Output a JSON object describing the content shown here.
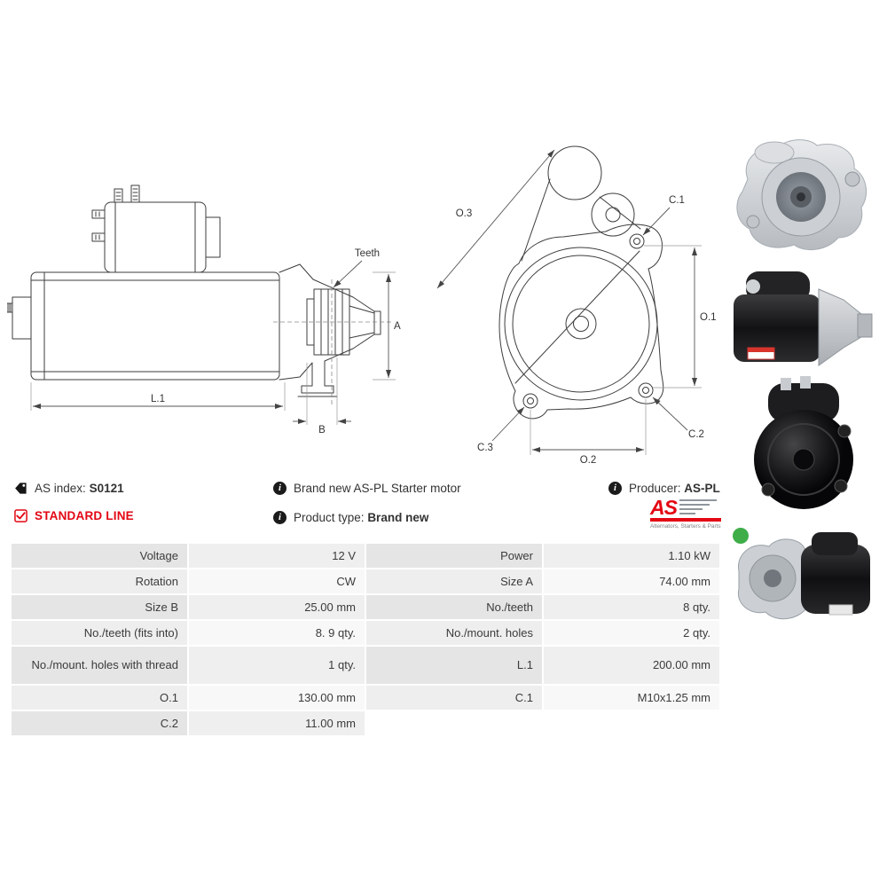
{
  "info": {
    "as_index_label": "AS index:",
    "as_index_value": "S0121",
    "standard_line": "STANDARD LINE",
    "brand_new": "Brand new AS-PL Starter motor",
    "product_type_label": "Product type:",
    "product_type_value": "Brand new",
    "producer_label": "Producer:",
    "producer_value": "AS-PL"
  },
  "icons": {
    "info_glyph": "i"
  },
  "logo": {
    "text": "AS",
    "tagline": "Alternators, Starters & Parts"
  },
  "diagram": {
    "side": {
      "teeth": "Teeth",
      "a": "A",
      "l1": "L.1",
      "b": "B"
    },
    "front": {
      "o3": "O.3",
      "c1": "C.1",
      "o1": "O.1",
      "c3": "C.3",
      "c2": "C.2",
      "o2": "O.2"
    }
  },
  "spec_table": {
    "rows": [
      {
        "l1": "Voltage",
        "v1": "12 V",
        "l2": "Power",
        "v2": "1.10 kW"
      },
      {
        "l1": "Rotation",
        "v1": "CW",
        "l2": "Size A",
        "v2": "74.00 mm"
      },
      {
        "l1": "Size B",
        "v1": "25.00 mm",
        "l2": "No./teeth",
        "v2": "8 qty."
      },
      {
        "l1": "No./teeth (fits into)",
        "v1": "8. 9 qty.",
        "l2": "No./mount. holes",
        "v2": "2 qty."
      },
      {
        "l1": "No./mount. holes with thread",
        "v1": "1 qty.",
        "l2": "L.1",
        "v2": "200.00 mm"
      },
      {
        "l1": "O.1",
        "v1": "130.00 mm",
        "l2": "C.1",
        "v2": "M10x1.25 mm"
      },
      {
        "l1": "C.2",
        "v1": "11.00 mm",
        "l2": "",
        "v2": ""
      }
    ]
  },
  "colors": {
    "brand_red": "#e30613"
  }
}
